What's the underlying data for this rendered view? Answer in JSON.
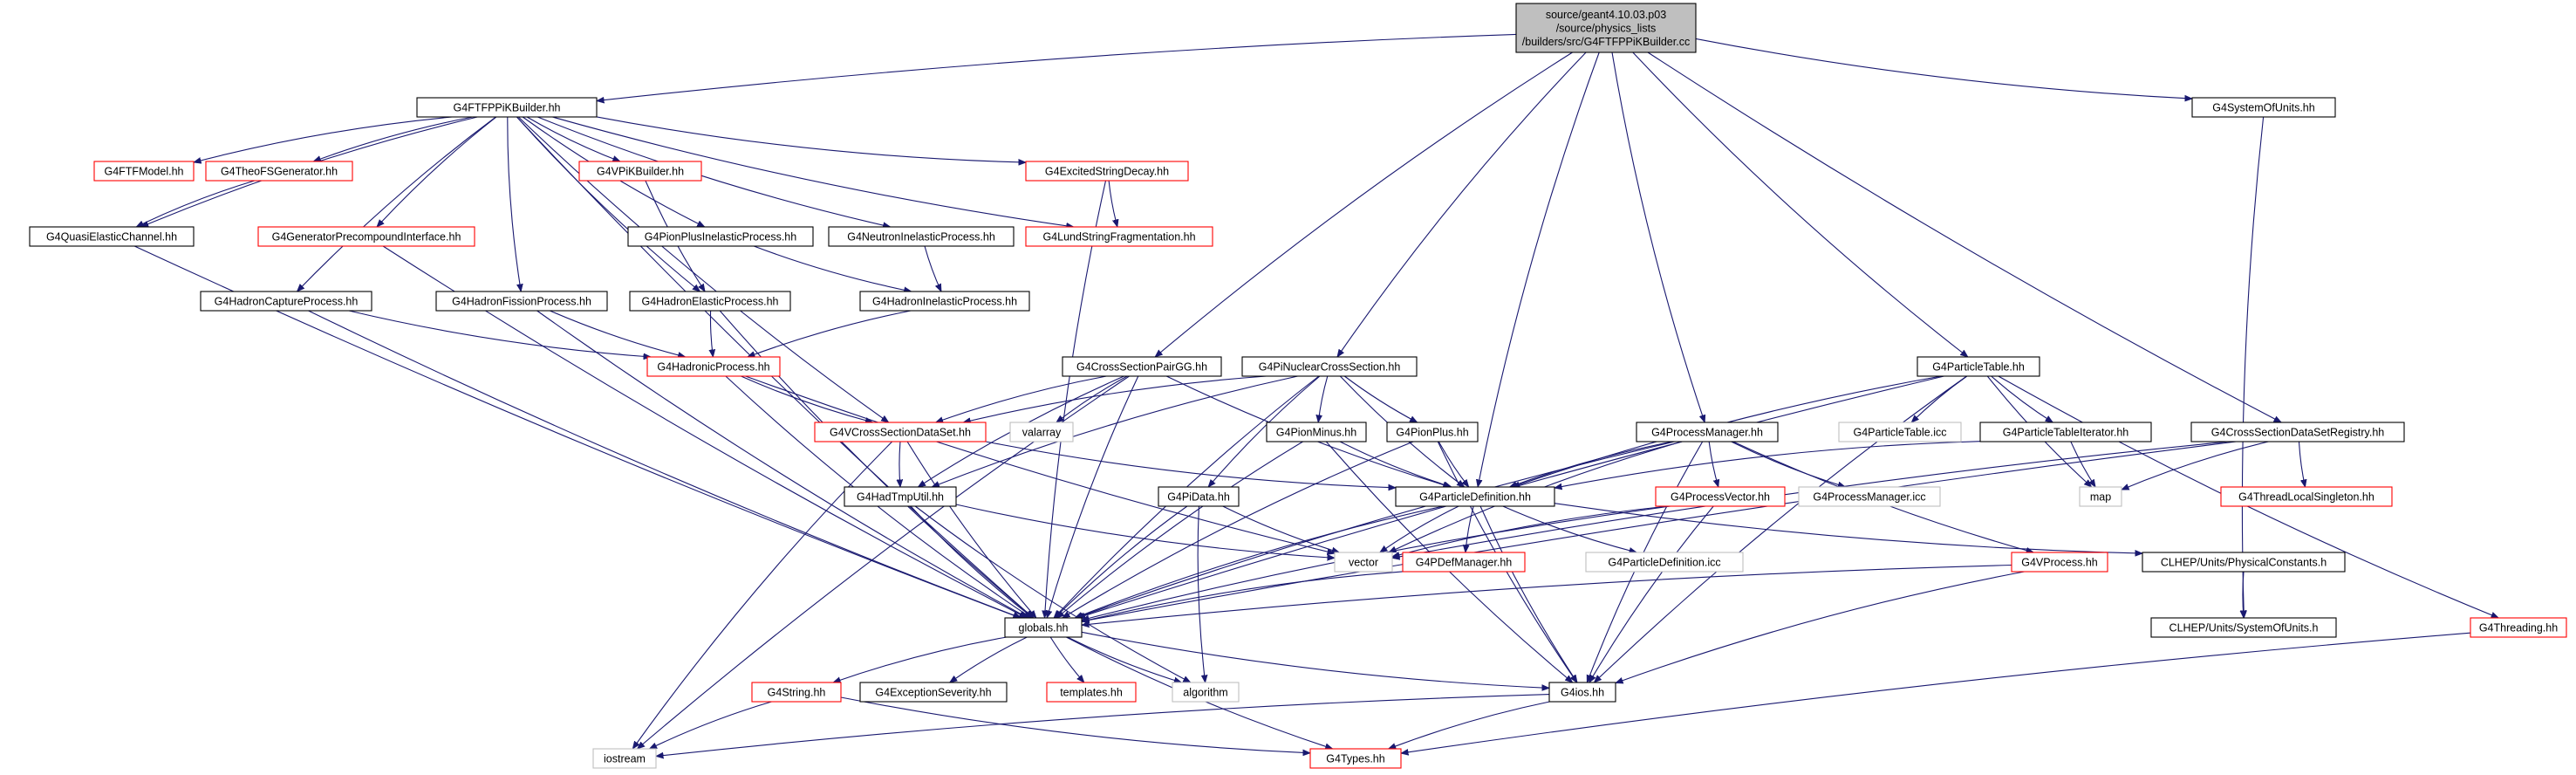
{
  "colors": {
    "edge": "#191970",
    "root_fill": "#bfbfbf",
    "plain_border": "#000000",
    "linked_border": "#ff0000",
    "external_border": "#bfbfbf",
    "text": "#000000"
  },
  "nodes": [
    {
      "id": "root",
      "lines": [
        "source/geant4.10.03.p03",
        "/source/physics_lists",
        "/builders/src/G4FTFPPiKBuilder.cc"
      ],
      "style": "root"
    },
    {
      "id": "ftfppikbuilder",
      "lines": [
        "G4FTFPPiKBuilder.hh"
      ],
      "style": "plain"
    },
    {
      "id": "systemofunits",
      "lines": [
        "G4SystemOfUnits.hh"
      ],
      "style": "plain"
    },
    {
      "id": "ftfmodel",
      "lines": [
        "G4FTFModel.hh"
      ],
      "style": "linked"
    },
    {
      "id": "theofsgenerator",
      "lines": [
        "G4TheoFSGenerator.hh"
      ],
      "style": "linked"
    },
    {
      "id": "vpikbuilder",
      "lines": [
        "G4VPiKBuilder.hh"
      ],
      "style": "linked"
    },
    {
      "id": "excitedstringdecay",
      "lines": [
        "G4ExcitedStringDecay.hh"
      ],
      "style": "linked"
    },
    {
      "id": "quasielasticchannel",
      "lines": [
        "G4QuasiElasticChannel.hh"
      ],
      "style": "plain"
    },
    {
      "id": "generatorprecompound",
      "lines": [
        "G4GeneratorPrecompoundInterface.hh"
      ],
      "style": "linked"
    },
    {
      "id": "pionplusinelastic",
      "lines": [
        "G4PionPlusInelasticProcess.hh"
      ],
      "style": "plain"
    },
    {
      "id": "neutroninelastic",
      "lines": [
        "G4NeutronInelasticProcess.hh"
      ],
      "style": "plain"
    },
    {
      "id": "lundstring",
      "lines": [
        "G4LundStringFragmentation.hh"
      ],
      "style": "linked"
    },
    {
      "id": "hadroncapture",
      "lines": [
        "G4HadronCaptureProcess.hh"
      ],
      "style": "plain"
    },
    {
      "id": "hadronfission",
      "lines": [
        "G4HadronFissionProcess.hh"
      ],
      "style": "plain"
    },
    {
      "id": "hadronelastic",
      "lines": [
        "G4HadronElasticProcess.hh"
      ],
      "style": "plain"
    },
    {
      "id": "hadroninelastic",
      "lines": [
        "G4HadronInelasticProcess.hh"
      ],
      "style": "plain"
    },
    {
      "id": "hadronicprocess",
      "lines": [
        "G4HadronicProcess.hh"
      ],
      "style": "linked"
    },
    {
      "id": "crosssectionpairgg",
      "lines": [
        "G4CrossSectionPairGG.hh"
      ],
      "style": "plain"
    },
    {
      "id": "pinuclearcs",
      "lines": [
        "G4PiNuclearCrossSection.hh"
      ],
      "style": "plain"
    },
    {
      "id": "particletable",
      "lines": [
        "G4ParticleTable.hh"
      ],
      "style": "plain"
    },
    {
      "id": "vcrosssectiondataset",
      "lines": [
        "G4VCrossSectionDataSet.hh"
      ],
      "style": "linked"
    },
    {
      "id": "valarray",
      "lines": [
        "valarray"
      ],
      "style": "external"
    },
    {
      "id": "pionminus",
      "lines": [
        "G4PionMinus.hh"
      ],
      "style": "plain"
    },
    {
      "id": "pionplus",
      "lines": [
        "G4PionPlus.hh"
      ],
      "style": "plain"
    },
    {
      "id": "processmanager",
      "lines": [
        "G4ProcessManager.hh"
      ],
      "style": "plain"
    },
    {
      "id": "particletableicc",
      "lines": [
        "G4ParticleTable.icc"
      ],
      "style": "external"
    },
    {
      "id": "particletableiterator",
      "lines": [
        "G4ParticleTableIterator.hh"
      ],
      "style": "plain"
    },
    {
      "id": "crosssectionregistry",
      "lines": [
        "G4CrossSectionDataSetRegistry.hh"
      ],
      "style": "plain"
    },
    {
      "id": "hadtmputil",
      "lines": [
        "G4HadTmpUtil.hh"
      ],
      "style": "plain"
    },
    {
      "id": "pidata",
      "lines": [
        "G4PiData.hh"
      ],
      "style": "plain"
    },
    {
      "id": "particledefinition",
      "lines": [
        "G4ParticleDefinition.hh"
      ],
      "style": "plain"
    },
    {
      "id": "processvector",
      "lines": [
        "G4ProcessVector.hh"
      ],
      "style": "linked"
    },
    {
      "id": "processmanagericc",
      "lines": [
        "G4ProcessManager.icc"
      ],
      "style": "external"
    },
    {
      "id": "map",
      "lines": [
        "map"
      ],
      "style": "external"
    },
    {
      "id": "threadlocalsingleton",
      "lines": [
        "G4ThreadLocalSingleton.hh"
      ],
      "style": "linked"
    },
    {
      "id": "vector",
      "lines": [
        "vector"
      ],
      "style": "external"
    },
    {
      "id": "pdefmanager",
      "lines": [
        "G4PDefManager.hh"
      ],
      "style": "linked"
    },
    {
      "id": "particledefinitionicc",
      "lines": [
        "G4ParticleDefinition.icc"
      ],
      "style": "external"
    },
    {
      "id": "vprocess",
      "lines": [
        "G4VProcess.hh"
      ],
      "style": "linked"
    },
    {
      "id": "clhepphysconst",
      "lines": [
        "CLHEP/Units/PhysicalConstants.h"
      ],
      "style": "plain"
    },
    {
      "id": "globals",
      "lines": [
        "globals.hh"
      ],
      "style": "plain"
    },
    {
      "id": "clhepsystemofunits",
      "lines": [
        "CLHEP/Units/SystemOfUnits.h"
      ],
      "style": "plain"
    },
    {
      "id": "threading",
      "lines": [
        "G4Threading.hh"
      ],
      "style": "linked"
    },
    {
      "id": "g4string",
      "lines": [
        "G4String.hh"
      ],
      "style": "linked"
    },
    {
      "id": "exceptionseverity",
      "lines": [
        "G4ExceptionSeverity.hh"
      ],
      "style": "plain"
    },
    {
      "id": "templates",
      "lines": [
        "templates.hh"
      ],
      "style": "linked"
    },
    {
      "id": "algorithm",
      "lines": [
        "algorithm"
      ],
      "style": "external"
    },
    {
      "id": "g4ios",
      "lines": [
        "G4ios.hh"
      ],
      "style": "plain"
    },
    {
      "id": "iostream",
      "lines": [
        "iostream"
      ],
      "style": "external"
    },
    {
      "id": "g4types",
      "lines": [
        "G4Types.hh"
      ],
      "style": "linked"
    }
  ],
  "edges": [
    [
      "root",
      "ftfppikbuilder"
    ],
    [
      "root",
      "systemofunits"
    ],
    [
      "root",
      "crosssectionpairgg"
    ],
    [
      "root",
      "pinuclearcs"
    ],
    [
      "root",
      "particletable"
    ],
    [
      "root",
      "processmanager"
    ],
    [
      "root",
      "crosssectionregistry"
    ],
    [
      "root",
      "particledefinition"
    ],
    [
      "ftfppikbuilder",
      "ftfmodel"
    ],
    [
      "ftfppikbuilder",
      "theofsgenerator"
    ],
    [
      "ftfppikbuilder",
      "vpikbuilder"
    ],
    [
      "ftfppikbuilder",
      "excitedstringdecay"
    ],
    [
      "ftfppikbuilder",
      "quasielasticchannel"
    ],
    [
      "ftfppikbuilder",
      "generatorprecompound"
    ],
    [
      "ftfppikbuilder",
      "pionplusinelastic"
    ],
    [
      "ftfppikbuilder",
      "neutroninelastic"
    ],
    [
      "ftfppikbuilder",
      "lundstring"
    ],
    [
      "ftfppikbuilder",
      "hadroncapture"
    ],
    [
      "ftfppikbuilder",
      "hadronfission"
    ],
    [
      "ftfppikbuilder",
      "hadronelastic"
    ],
    [
      "ftfppikbuilder",
      "vcrosssectiondataset"
    ],
    [
      "ftfppikbuilder",
      "globals"
    ],
    [
      "theofsgenerator",
      "quasielasticchannel"
    ],
    [
      "vpikbuilder",
      "hadronelastic"
    ],
    [
      "excitedstringdecay",
      "lundstring"
    ],
    [
      "excitedstringdecay",
      "globals"
    ],
    [
      "quasielasticchannel",
      "globals"
    ],
    [
      "generatorprecompound",
      "globals"
    ],
    [
      "pionplusinelastic",
      "hadroninelastic"
    ],
    [
      "neutroninelastic",
      "hadroninelastic"
    ],
    [
      "hadroncapture",
      "hadronicprocess"
    ],
    [
      "hadroncapture",
      "globals"
    ],
    [
      "hadronfission",
      "hadronicprocess"
    ],
    [
      "hadronfission",
      "globals"
    ],
    [
      "hadronelastic",
      "hadronicprocess"
    ],
    [
      "hadronelastic",
      "globals"
    ],
    [
      "hadroninelastic",
      "hadronicprocess"
    ],
    [
      "hadronicprocess",
      "vcrosssectiondataset"
    ],
    [
      "hadronicprocess",
      "globals"
    ],
    [
      "hadronicprocess",
      "vector"
    ],
    [
      "crosssectionpairgg",
      "vcrosssectiondataset"
    ],
    [
      "crosssectionpairgg",
      "valarray"
    ],
    [
      "crosssectionpairgg",
      "particledefinition"
    ],
    [
      "crosssectionpairgg",
      "hadtmputil"
    ],
    [
      "crosssectionpairgg",
      "globals"
    ],
    [
      "crosssectionpairgg",
      "iostream"
    ],
    [
      "pinuclearcs",
      "vcrosssectiondataset"
    ],
    [
      "pinuclearcs",
      "pionminus"
    ],
    [
      "pinuclearcs",
      "pionplus"
    ],
    [
      "pinuclearcs",
      "pidata"
    ],
    [
      "pinuclearcs",
      "particledefinition"
    ],
    [
      "pinuclearcs",
      "hadtmputil"
    ],
    [
      "pinuclearcs",
      "globals"
    ],
    [
      "vcrosssectiondataset",
      "hadtmputil"
    ],
    [
      "vcrosssectiondataset",
      "particledefinition"
    ],
    [
      "vcrosssectiondataset",
      "globals"
    ],
    [
      "vcrosssectiondataset",
      "iostream"
    ],
    [
      "pionminus",
      "particledefinition"
    ],
    [
      "pionminus",
      "globals"
    ],
    [
      "pionminus",
      "g4ios"
    ],
    [
      "pionplus",
      "particledefinition"
    ],
    [
      "pionplus",
      "globals"
    ],
    [
      "pionplus",
      "g4ios"
    ],
    [
      "hadtmputil",
      "globals"
    ],
    [
      "hadtmputil",
      "vector"
    ],
    [
      "hadtmputil",
      "algorithm"
    ],
    [
      "pidata",
      "globals"
    ],
    [
      "pidata",
      "vector"
    ],
    [
      "pidata",
      "algorithm"
    ],
    [
      "particletable",
      "particletableicc"
    ],
    [
      "particletable",
      "particletableiterator"
    ],
    [
      "particletable",
      "particledefinition"
    ],
    [
      "particletable",
      "map"
    ],
    [
      "particletable",
      "threading"
    ],
    [
      "particletable",
      "globals"
    ],
    [
      "particletable",
      "g4ios"
    ],
    [
      "particletableiterator",
      "map"
    ],
    [
      "particletableiterator",
      "particledefinition"
    ],
    [
      "processmanager",
      "processvector"
    ],
    [
      "processmanager",
      "processmanagericc"
    ],
    [
      "processmanager",
      "vprocess"
    ],
    [
      "processmanager",
      "particledefinition"
    ],
    [
      "processmanager",
      "globals"
    ],
    [
      "processmanager",
      "g4ios"
    ],
    [
      "processmanager",
      "vector"
    ],
    [
      "processvector",
      "vector"
    ],
    [
      "processvector",
      "globals"
    ],
    [
      "processvector",
      "g4ios"
    ],
    [
      "crosssectionregistry",
      "threadlocalsingleton"
    ],
    [
      "crosssectionregistry",
      "map"
    ],
    [
      "crosssectionregistry",
      "vector"
    ],
    [
      "crosssectionregistry",
      "globals"
    ],
    [
      "particledefinition",
      "pdefmanager"
    ],
    [
      "particledefinition",
      "particledefinitionicc"
    ],
    [
      "particledefinition",
      "vector"
    ],
    [
      "particledefinition",
      "clhepphysconst"
    ],
    [
      "particledefinition",
      "globals"
    ],
    [
      "particledefinition",
      "g4ios"
    ],
    [
      "pdefmanager",
      "globals"
    ],
    [
      "vprocess",
      "globals"
    ],
    [
      "vprocess",
      "g4ios"
    ],
    [
      "clhepphysconst",
      "clhepsystemofunits"
    ],
    [
      "systemofunits",
      "clhepsystemofunits"
    ],
    [
      "threading",
      "g4types"
    ],
    [
      "globals",
      "g4string"
    ],
    [
      "globals",
      "exceptionseverity"
    ],
    [
      "globals",
      "templates"
    ],
    [
      "globals",
      "algorithm"
    ],
    [
      "globals",
      "g4ios"
    ],
    [
      "globals",
      "g4types"
    ],
    [
      "g4string",
      "iostream"
    ],
    [
      "g4string",
      "g4types"
    ],
    [
      "g4ios",
      "g4types"
    ],
    [
      "g4ios",
      "iostream"
    ]
  ]
}
